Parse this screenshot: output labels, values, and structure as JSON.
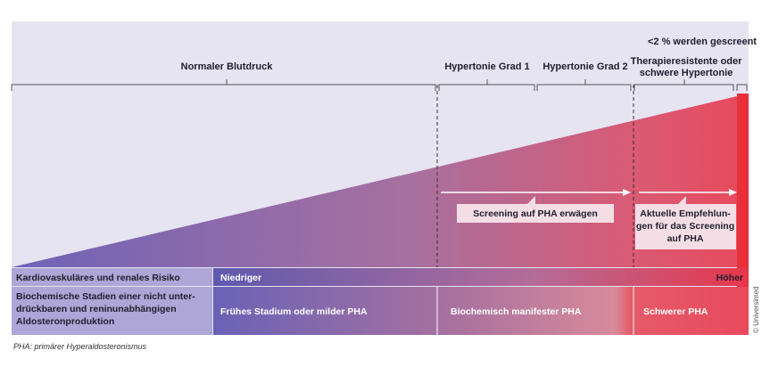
{
  "colors": {
    "background": "#e7e4f2",
    "gradient_start": "#6e63b8",
    "gradient_mid": "#b0709a",
    "gradient_end": "#e84a5c",
    "risk_bar_end": "#e8303a",
    "footer_box": "#aea6d6"
  },
  "top": {
    "screened_note": "<2 % werden gescreent",
    "ranges": [
      {
        "label": "Normaler Blutdruck"
      },
      {
        "label": "Hypertonie Grad 1"
      },
      {
        "label": "Hypertonie Grad 2"
      },
      {
        "label_line1": "Therapieresistente oder",
        "label_line2": "schwere Hypertonie"
      }
    ]
  },
  "screening": {
    "consider": "Screening auf PHA erwägen",
    "current_line1": "Aktuelle Empfehlun-",
    "current_line2": "gen für das Screening",
    "current_line3": "auf PHA"
  },
  "risk_row": {
    "label": "Kardiovaskuläres und renales Risiko",
    "low": "Niedriger",
    "high": "Höher"
  },
  "stages_row": {
    "label_line1": "Biochemische Stadien einer nicht unter-",
    "label_line2": "drückbaren und reninunabhängigen",
    "label_line3": "Aldosteronproduktion",
    "stages": [
      "Frühes Stadium oder milder PHA",
      "Biochemisch manifester PHA",
      "Schwerer PHA"
    ]
  },
  "footnote": "PHA: primärer Hyperaldosteronismus",
  "copyright": "© Universimed"
}
